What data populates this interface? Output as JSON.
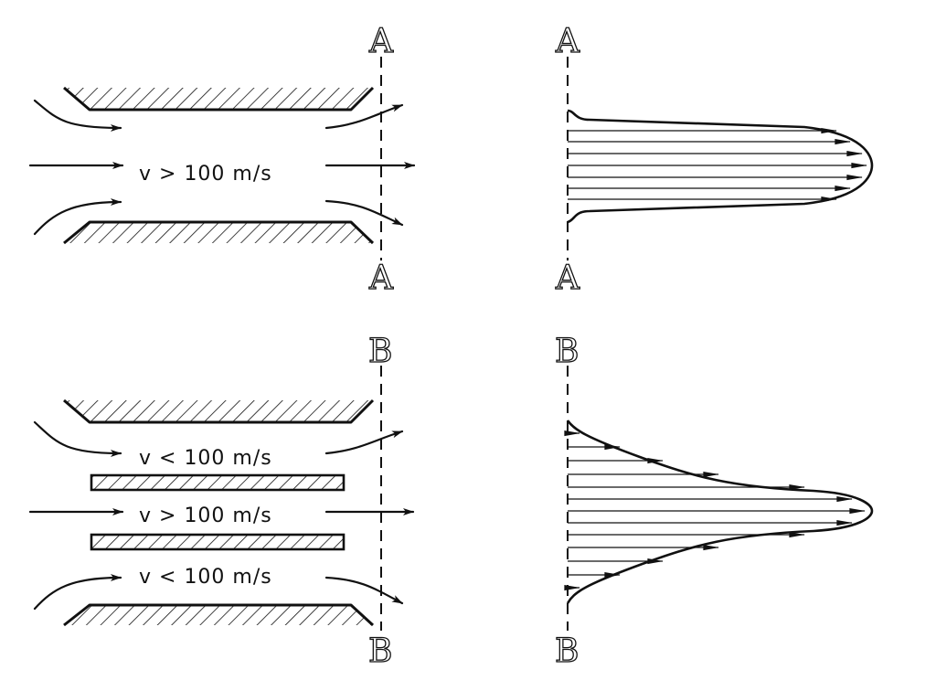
{
  "top_panel": {
    "center_label": "v > 100 m/s",
    "section_top": "A",
    "section_bottom": "A",
    "profile_section_top": "A",
    "profile_section_bottom": "A",
    "profile_shape": "flat-plug"
  },
  "bottom_panel": {
    "upper_label": "v < 100 m/s",
    "center_label": "v > 100 m/s",
    "lower_label": "v < 100 m/s",
    "section_top": "B",
    "section_bottom": "B",
    "profile_section_top": "B",
    "profile_section_bottom": "B",
    "profile_shape": "peaked"
  },
  "colors": {
    "ink": "#111111",
    "background": "#ffffff"
  }
}
